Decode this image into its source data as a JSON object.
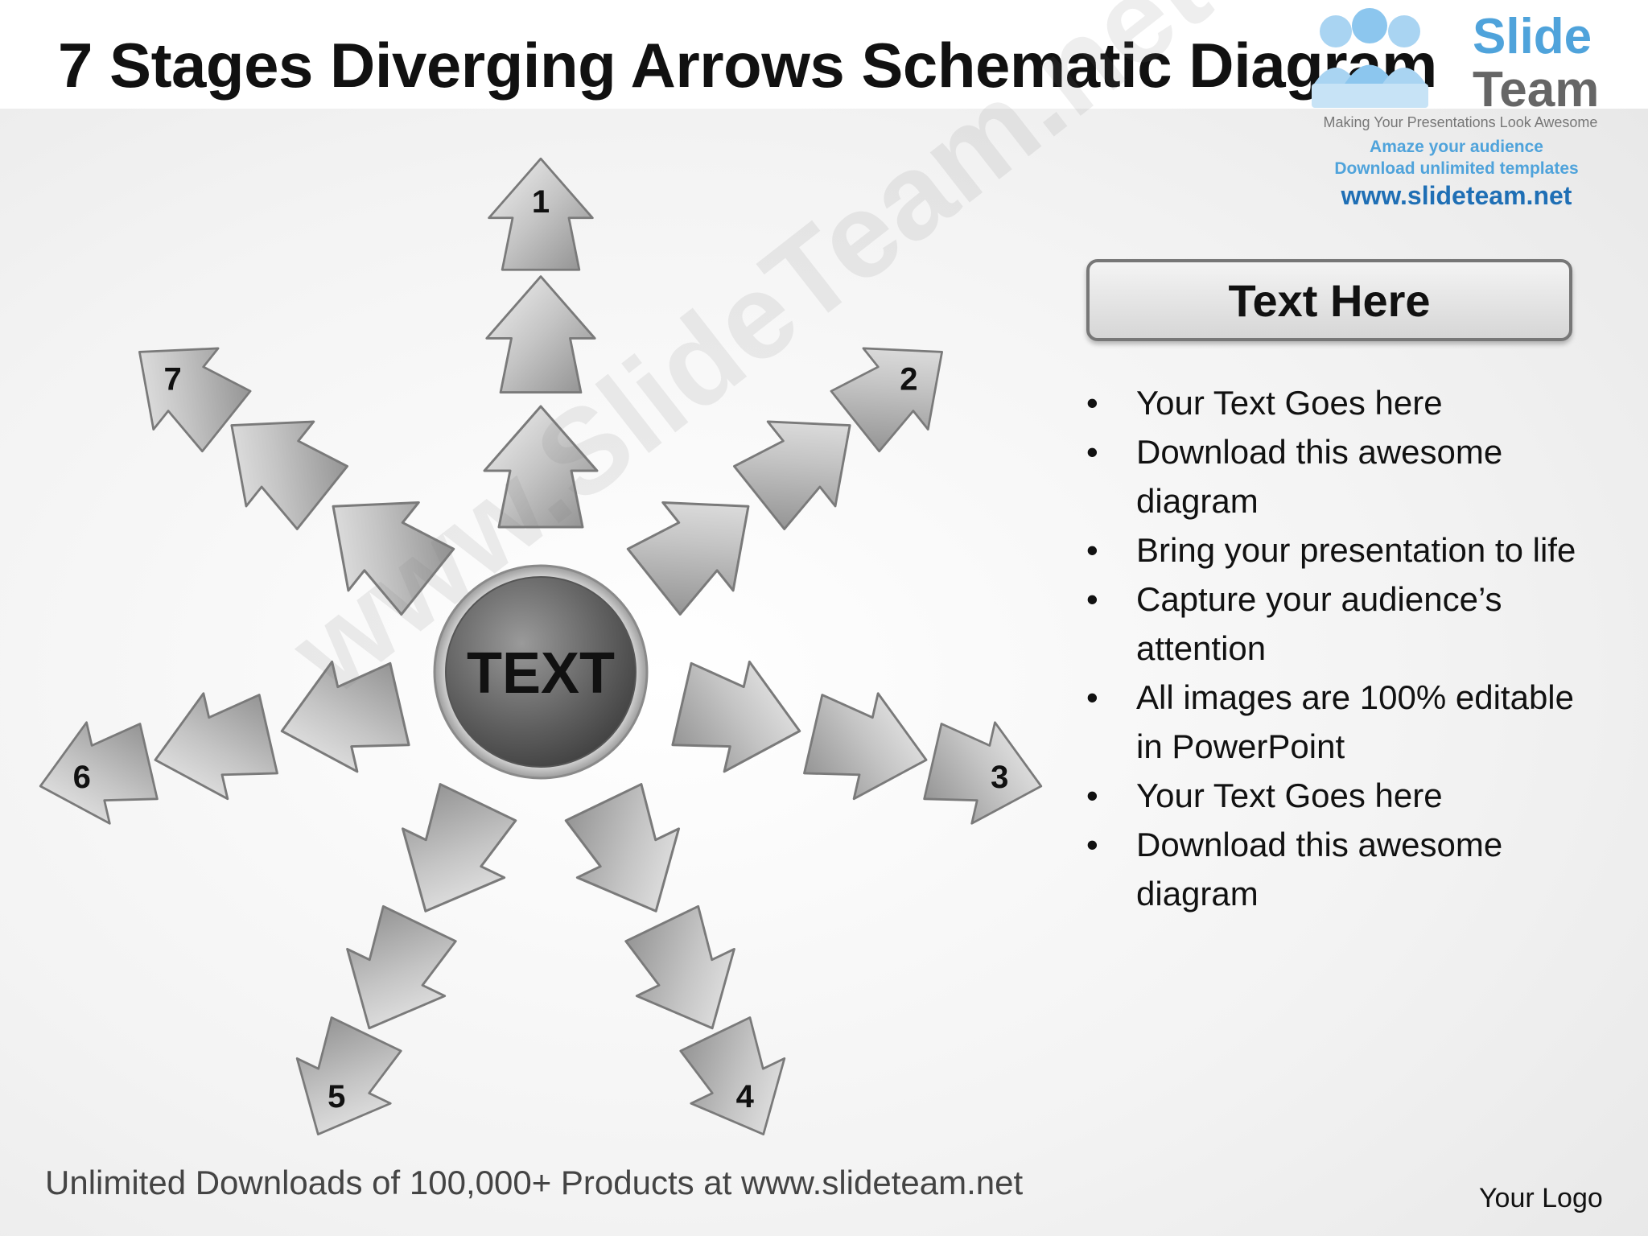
{
  "slide": {
    "title": "7 Stages Diverging Arrows Schematic Diagram",
    "footer": "Unlimited Downloads of 100,000+ Products at www.slideteam.net",
    "logo_placeholder": "Your Logo",
    "watermark": "www.SlideTeam.net"
  },
  "branding": {
    "word1": "Slide",
    "word2": "Team",
    "tagline": "Making Your Presentations Look Awesome",
    "promo_line1": "Amaze your audience",
    "promo_line2": "Download unlimited templates",
    "url": "www.slideteam.net",
    "accent_color": "#4fa3db",
    "dark_blue": "#1f6fb5"
  },
  "diagram": {
    "center_label": "TEXT",
    "stages": [
      {
        "number": "1"
      },
      {
        "number": "2"
      },
      {
        "number": "3"
      },
      {
        "number": "4"
      },
      {
        "number": "5"
      },
      {
        "number": "6"
      },
      {
        "number": "7"
      }
    ]
  },
  "panel": {
    "heading": "Text Here",
    "bullets": [
      "Your Text Goes here",
      "Download this awesome diagram",
      "Bring your presentation to life",
      "Capture your audience’s attention",
      "All images are 100% editable in PowerPoint",
      "Your Text Goes here",
      "Download this awesome diagram"
    ]
  }
}
